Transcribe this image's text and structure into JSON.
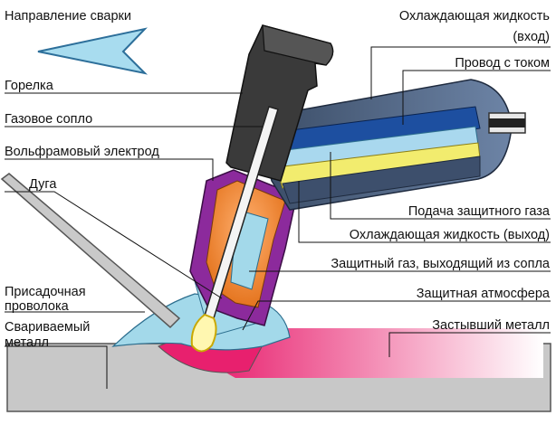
{
  "labels": {
    "direction": "Направление сварки",
    "coolant_in_1": "Охлаждающая жидкость",
    "coolant_in_2": "(вход)",
    "current_wire": "Провод с током",
    "torch": "Горелка",
    "gas_nozzle": "Газовое сопло",
    "tungsten": "Вольфрамовый электрод",
    "arc": "Дуга",
    "shield_gas_feed": "Подача защитного газа",
    "coolant_out": "Охлаждающая жидкость (выход)",
    "shield_gas_out": "Защитный газ, выходящий из сопла",
    "filler_1": "Присадочная",
    "filler_2": "проволока",
    "shield_atm": "Защитная атмосфера",
    "base_1": "Свариваемый",
    "base_2": "металл",
    "solid_metal": "Застывший металл"
  },
  "colors": {
    "handle": "#3b3b3b",
    "outer_hose": "#4a5e7a",
    "coolant_in": "#1d4fa0",
    "gas": "#a9d8ee",
    "coolant_out": "#f2ec6e",
    "nozzle_body": "#e97920",
    "nozzle_outer": "#8c2a9c",
    "arc": "#fff7b0",
    "weld_pool": "#e8206e",
    "base_metal": "#c7c7c7",
    "shield_atmosphere": "#9fd6e8"
  }
}
